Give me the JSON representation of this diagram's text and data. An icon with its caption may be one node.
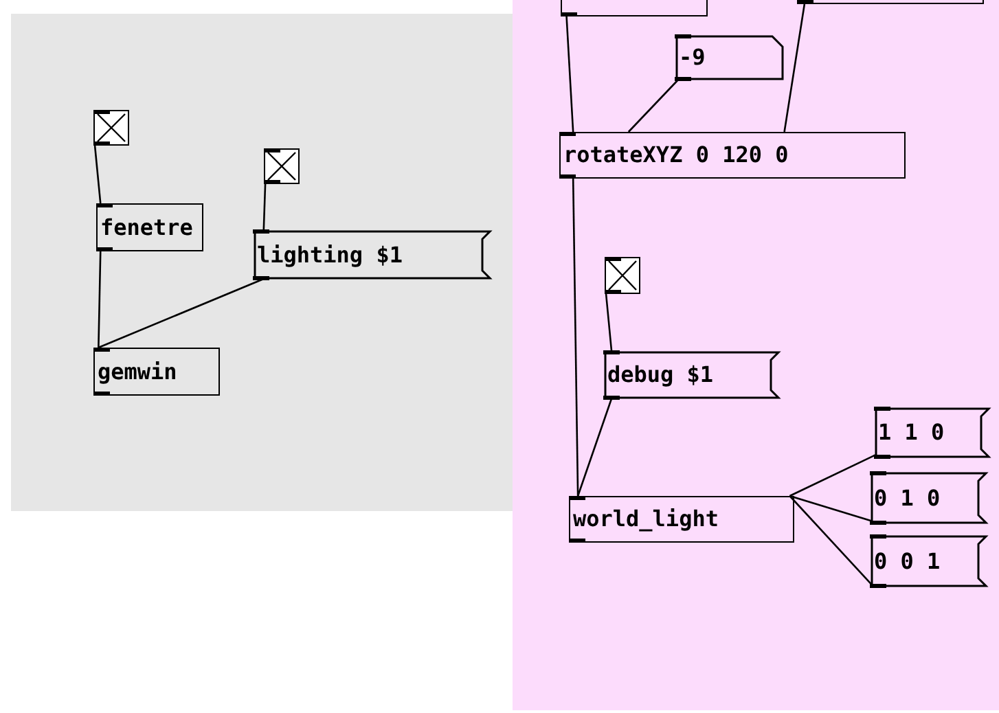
{
  "diagram": {
    "nodes": [
      {
        "text": [],
        "shape": "checkbox"
      },
      {
        "text": [],
        "shape": "checkbox"
      },
      {
        "text": [
          "fenetre"
        ]
      },
      {
        "text": [
          "lighting $1"
        ]
      },
      {
        "text": [
          "gemwin"
        ]
      },
      {
        "text": [],
        "shape": "box"
      },
      {
        "text": [],
        "shape": "box"
      },
      {
        "text": [
          "-9"
        ]
      },
      {
        "text": [
          "rotateXYZ 0 120 0"
        ]
      },
      {
        "text": [],
        "shape": "checkbox"
      },
      {
        "text": [
          "debug $1"
        ]
      },
      {
        "text": [
          "world_light"
        ]
      },
      {
        "text": [
          "1 1 0"
        ]
      },
      {
        "text": [
          "0 1 0"
        ]
      },
      {
        "text": [
          "0 0 1"
        ]
      }
    ],
    "edges": [
      {
        "from": 0,
        "to": 2,
        "arrow": "none"
      },
      {
        "from": 2,
        "to": 4,
        "arrow": "none"
      },
      {
        "from": 1,
        "to": 3,
        "arrow": "none"
      },
      {
        "from": 3,
        "to": 4,
        "arrow": "none"
      },
      {
        "from": 5,
        "to": 8,
        "arrow": "none"
      },
      {
        "from": 7,
        "to": 8,
        "arrow": "none"
      },
      {
        "from": 6,
        "to": 8,
        "arrow": "none"
      },
      {
        "from": 9,
        "to": 10,
        "arrow": "none"
      },
      {
        "from": 8,
        "to": 11,
        "arrow": "none"
      },
      {
        "from": 10,
        "to": 11,
        "arrow": "none"
      },
      {
        "from": 11,
        "to": 12,
        "arrow": "none"
      },
      {
        "from": 11,
        "to": 13,
        "arrow": "none"
      },
      {
        "from": 11,
        "to": 14,
        "arrow": "none"
      }
    ]
  }
}
